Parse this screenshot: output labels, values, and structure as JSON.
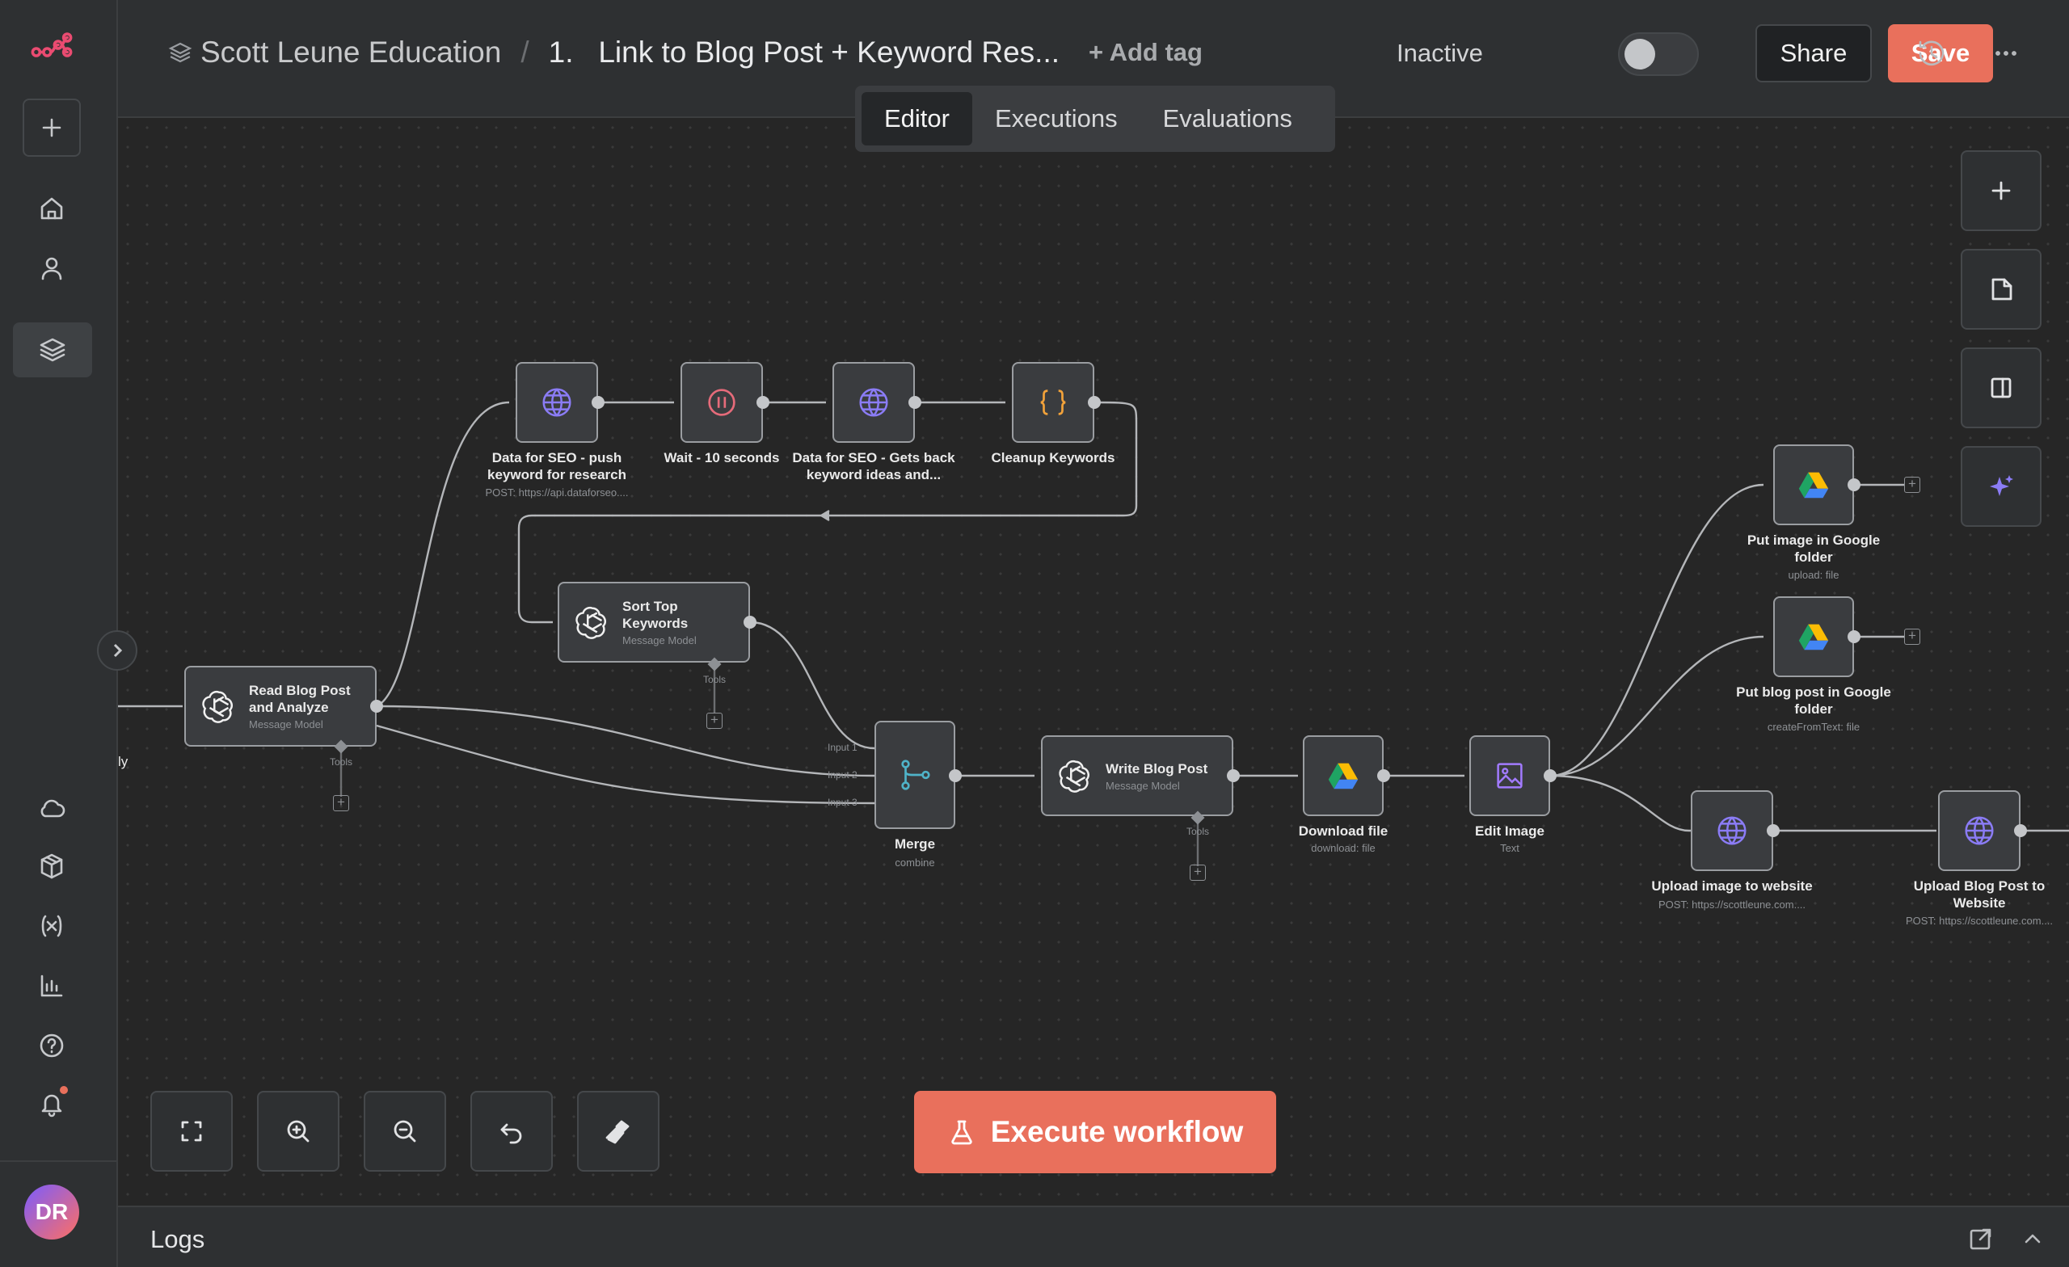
{
  "header": {
    "project": "Scott Leune Education",
    "separator": "/",
    "workflow_title": "1.   Link to Blog Post + Keyword Res...",
    "add_tag": "+ Add tag",
    "status_label": "Inactive",
    "active": false,
    "share_label": "Share",
    "save_label": "Save"
  },
  "tabs": [
    {
      "label": "Editor",
      "active": true
    },
    {
      "label": "Executions",
      "active": false
    },
    {
      "label": "Evaluations",
      "active": false
    }
  ],
  "sidebar": {
    "top_items": [
      "logo-icon",
      "add-icon",
      "home-icon",
      "user-icon",
      "projects-icon"
    ],
    "bottom_items": [
      "cloud-icon",
      "templates-icon",
      "variables-icon",
      "insights-icon",
      "help-icon",
      "notifications-icon"
    ],
    "avatar_initials": "DR"
  },
  "canvas": {
    "offscreen_label": "ly",
    "nodes": {
      "read_blog": {
        "title": "Read Blog Post\nand Analyze",
        "sub": "Message Model",
        "icon": "openai-icon",
        "tools": "Tools"
      },
      "seo_push": {
        "title": "Data for SEO - push\nkeyword for research",
        "sub": "POST: https://api.dataforseo....",
        "icon": "globe-icon"
      },
      "wait": {
        "title": "Wait - 10 seconds",
        "sub": "",
        "icon": "pause-icon"
      },
      "seo_get": {
        "title": "Data for SEO - Gets back\nkeyword ideas and...",
        "sub": "",
        "icon": "globe-icon"
      },
      "cleanup": {
        "title": "Cleanup Keywords",
        "sub": "",
        "icon": "code-icon"
      },
      "sort": {
        "title": "Sort Top\nKeywords",
        "sub": "Message Model",
        "icon": "openai-icon",
        "tools": "Tools"
      },
      "merge": {
        "title": "Merge",
        "sub": "combine",
        "icon": "merge-icon",
        "inputs": [
          "Input 1",
          "Input 2",
          "Input 3"
        ]
      },
      "write": {
        "title": "Write Blog Post",
        "sub": "Message Model",
        "icon": "openai-icon",
        "tools": "Tools"
      },
      "download": {
        "title": "Download file",
        "sub": "download: file",
        "icon": "google-drive-icon"
      },
      "edit_image": {
        "title": "Edit Image",
        "sub": "Text",
        "icon": "image-icon"
      },
      "put_image": {
        "title": "Put image in Google\nfolder",
        "sub": "upload: file",
        "icon": "google-drive-icon"
      },
      "put_post": {
        "title": "Put blog post in Google\nfolder",
        "sub": "createFromText: file",
        "icon": "google-drive-icon"
      },
      "upload_image": {
        "title": "Upload image to website",
        "sub": "POST: https://scottleune.com....",
        "icon": "globe-icon"
      },
      "upload_post": {
        "title": "Upload Blog Post to\nWebsite",
        "sub": "POST: https://scottleune.com....",
        "icon": "globe-icon"
      }
    }
  },
  "execute_label": "Execute workflow",
  "logs_label": "Logs",
  "colors": {
    "accent": "#e9705c",
    "globe": "#8b7cf6",
    "wait": "#e56b7a",
    "code": "#f2a23a",
    "merge": "#4fb3c8"
  }
}
